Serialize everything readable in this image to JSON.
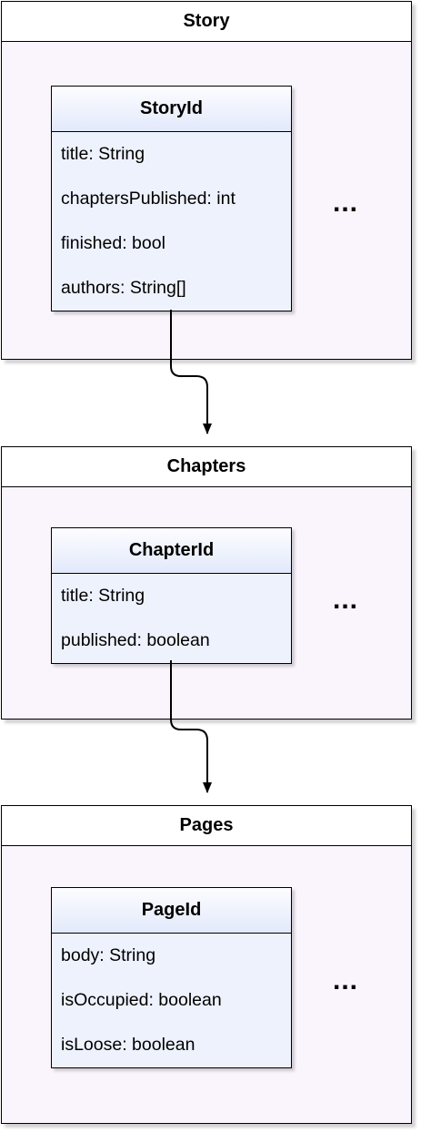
{
  "collections": [
    {
      "title": "Story",
      "document": {
        "title": "StoryId",
        "fields": [
          "title: String",
          "chaptersPublished: int",
          "finished: bool",
          "authors: String[]"
        ]
      },
      "more": "..."
    },
    {
      "title": "Chapters",
      "document": {
        "title": "ChapterId",
        "fields": [
          "title: String",
          "published: boolean"
        ]
      },
      "more": "..."
    },
    {
      "title": "Pages",
      "document": {
        "title": "PageId",
        "fields": [
          "body: String",
          "isOccupied: boolean",
          "isLoose: boolean"
        ]
      },
      "more": "..."
    }
  ],
  "colors": {
    "collection_fill": "#faf4fc",
    "document_fill": "#eef2fd",
    "stroke": "#000000"
  }
}
